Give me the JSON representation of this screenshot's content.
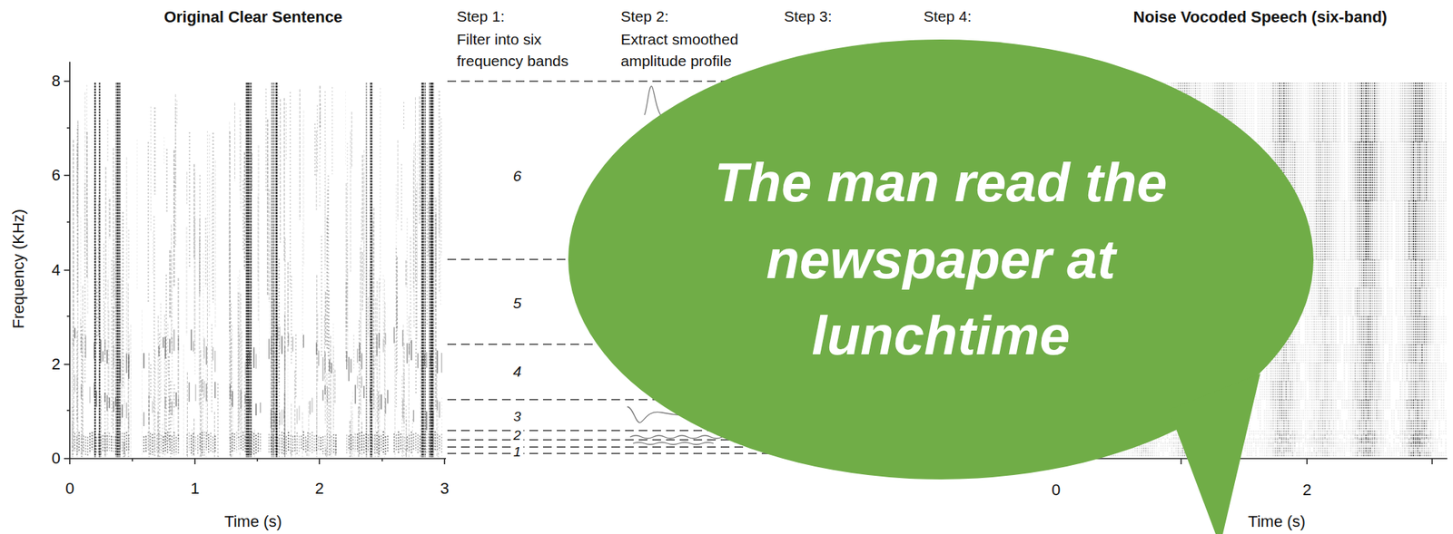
{
  "diagram": {
    "nodes": [
      {
        "text": [
          "The man read the newspaper at lunchtime"
        ]
      }
    ],
    "labels": [
      "Original Clear Sentence",
      "Step 1:",
      "Filter into six frequency bands",
      "Step 2:",
      "Extract smoothed amplitude profile",
      "Step 3:",
      "Step 4:",
      "Noise Vocoded Speech (six-band)",
      "8",
      "6",
      "4",
      "2",
      "0",
      "Frequency (KHz)",
      "0",
      "1",
      "2",
      "3",
      "Time (s)",
      "6",
      "5",
      "4",
      "3",
      "2",
      "1",
      "0",
      "2",
      "Time (s)"
    ]
  }
}
